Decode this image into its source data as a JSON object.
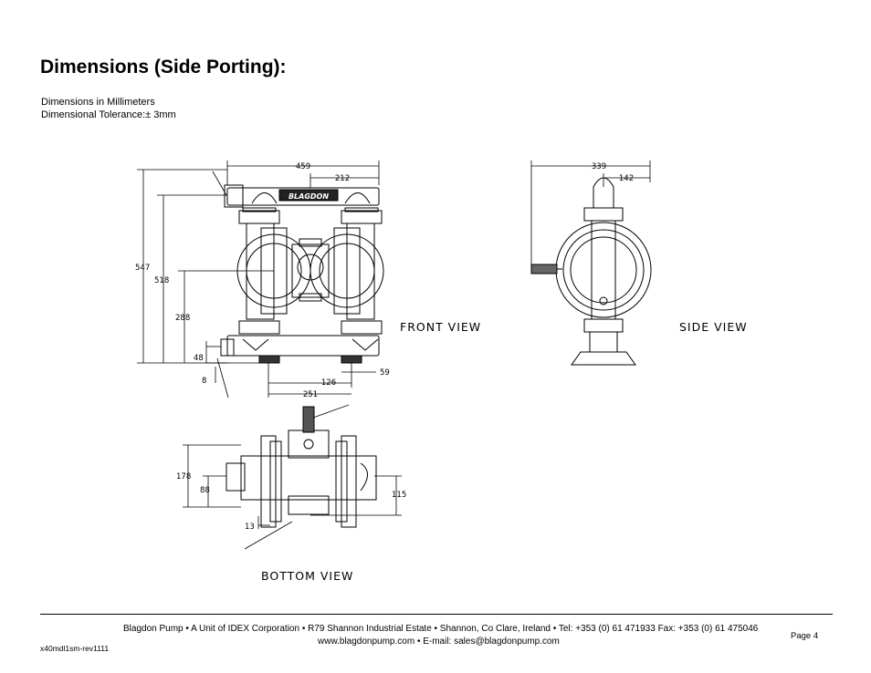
{
  "page": {
    "title": "Dimensions (Side Porting):",
    "subtitle_line1": "Dimensions in Millimeters",
    "subtitle_line2": "Dimensional Tolerance:± 3mm"
  },
  "drawing": {
    "brand_label": "BLAGDON",
    "front_view": {
      "label": "FRONT  VIEW",
      "dims": {
        "d459": "459",
        "d212": "212",
        "d547": "547",
        "d518": "518",
        "d288": "288",
        "d48": "48",
        "d8": "8",
        "d126": "126",
        "d59": "59",
        "d251": "251"
      }
    },
    "side_view": {
      "label": "SIDE  VIEW",
      "dims": {
        "d339": "339",
        "d142": "142"
      }
    },
    "bottom_view": {
      "label": "BOTTOM  VIEW",
      "dims": {
        "d178": "178",
        "d88": "88",
        "d115": "115",
        "d13": "13"
      }
    }
  },
  "footer": {
    "line1": "Blagdon Pump • A Unit of IDEX Corporation • R79 Shannon Industrial Estate • Shannon, Co Clare, Ireland • Tel: +353 (0) 61 471933 Fax: +353 (0) 61 475046",
    "line2": "www.blagdonpump.com • E-mail: sales@blagdonpump.com",
    "page_label": "Page 4",
    "doc_id": "x40mdl1sm-rev1111"
  }
}
